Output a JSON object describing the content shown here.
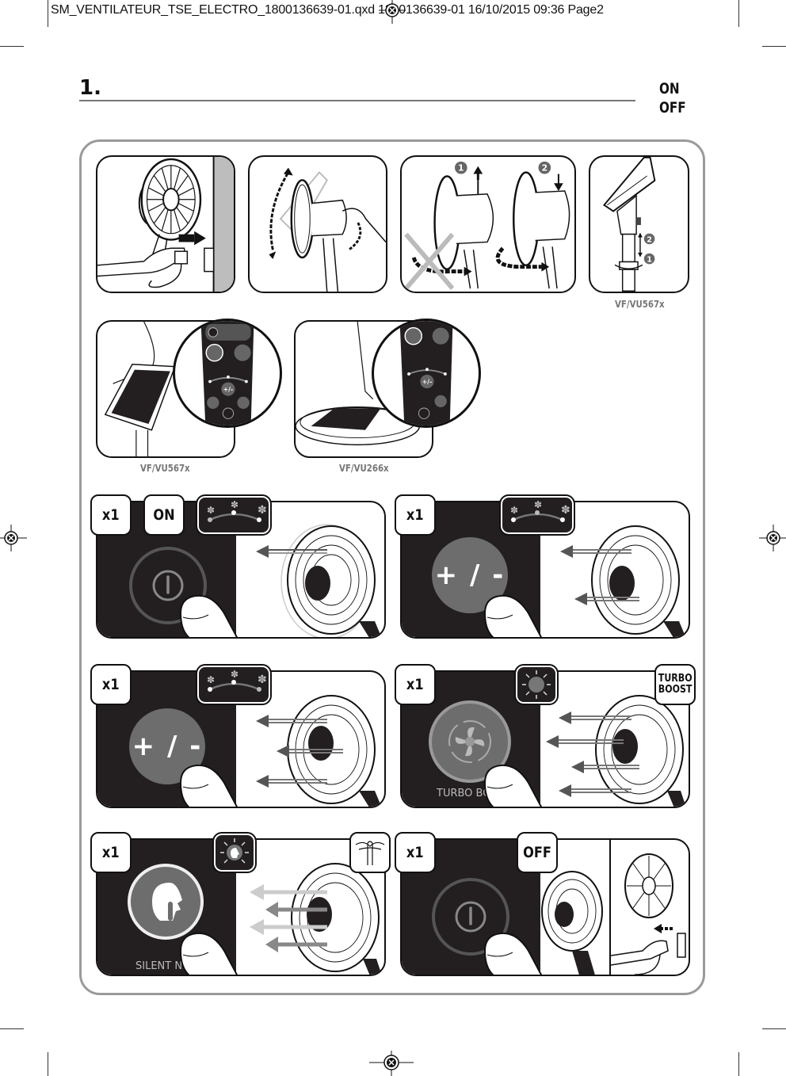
{
  "print_header": {
    "text": "SM_VENTILATEUR_TSE_ELECTRO_1800136639-01.qxd  1800136639-01  16/10/2015  09:36  Page2"
  },
  "section": {
    "number": "1.",
    "on_label": "ON",
    "off_label": "OFF"
  },
  "assembly_panels": [
    {
      "id": "plug-in",
      "description": "Plug fan into wall socket"
    },
    {
      "id": "tilt-head",
      "description": "Tilt fan head up and down"
    },
    {
      "id": "oscillation-pin",
      "description": "Pull pin up to stop oscillation, push down to enable",
      "steps": [
        "1",
        "2"
      ]
    },
    {
      "id": "height-adjust",
      "description": "Loosen ring and adjust height",
      "steps": [
        "2",
        "1"
      ],
      "model": "VF/VU567x"
    }
  ],
  "control_panels": [
    {
      "id": "panel-567",
      "model": "VF/VU567x"
    },
    {
      "id": "panel-266",
      "model": "VF/VU266x"
    }
  ],
  "control_panel_labels": {
    "silent_night": "SILENT NIGHT",
    "turbo_boost": "TURBO BOOST",
    "plus_minus": "+/-"
  },
  "steps": [
    {
      "id": "power-on",
      "count": "x1",
      "tag": "ON",
      "speed_level": 1,
      "button": "power"
    },
    {
      "id": "speed-2",
      "count": "x1",
      "speed_level": 2,
      "button": "+ / -"
    },
    {
      "id": "speed-3",
      "count": "x1",
      "speed_level": 3,
      "button": "+ / -"
    },
    {
      "id": "turbo",
      "count": "x1",
      "tag": "TURBO BOOST",
      "tag_lines": [
        "TURBO",
        "BOOST"
      ],
      "button": "turbo",
      "caption": "TURBO BO"
    },
    {
      "id": "silent",
      "count": "x1",
      "button": "silent",
      "caption": "SILENT NI"
    },
    {
      "id": "power-off",
      "count": "x1",
      "tag": "OFF",
      "button": "power"
    }
  ],
  "colors": {
    "dark_panel": "#231f20",
    "button_grey": "#6d6d6d",
    "frame_grey": "#9a9a9a",
    "label_grey": "#777777"
  }
}
